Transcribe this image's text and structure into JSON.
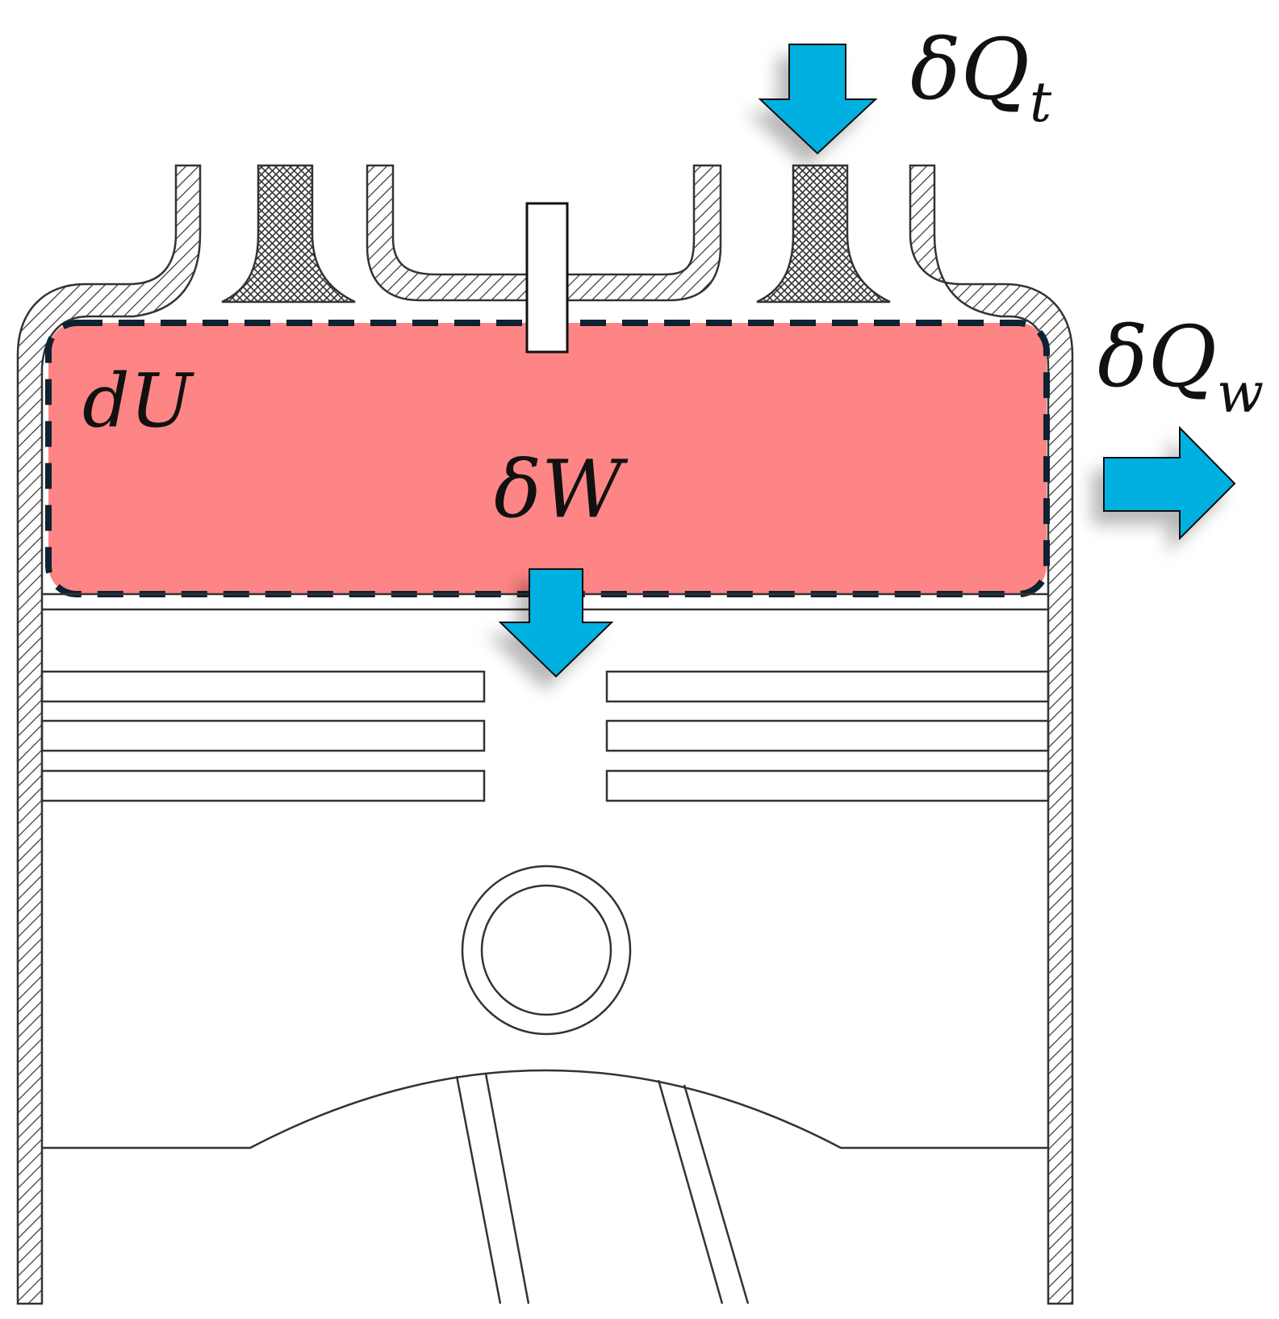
{
  "labels": {
    "du": "dU",
    "dw": "δW",
    "qt_main": "δQ",
    "qt_sub": "t",
    "qw_main": "δQ",
    "qw_sub": "w"
  },
  "colors": {
    "gas": "#fe8585",
    "arrow": "#00b0e0",
    "boundary": "#0f2232",
    "line": "#333333"
  }
}
